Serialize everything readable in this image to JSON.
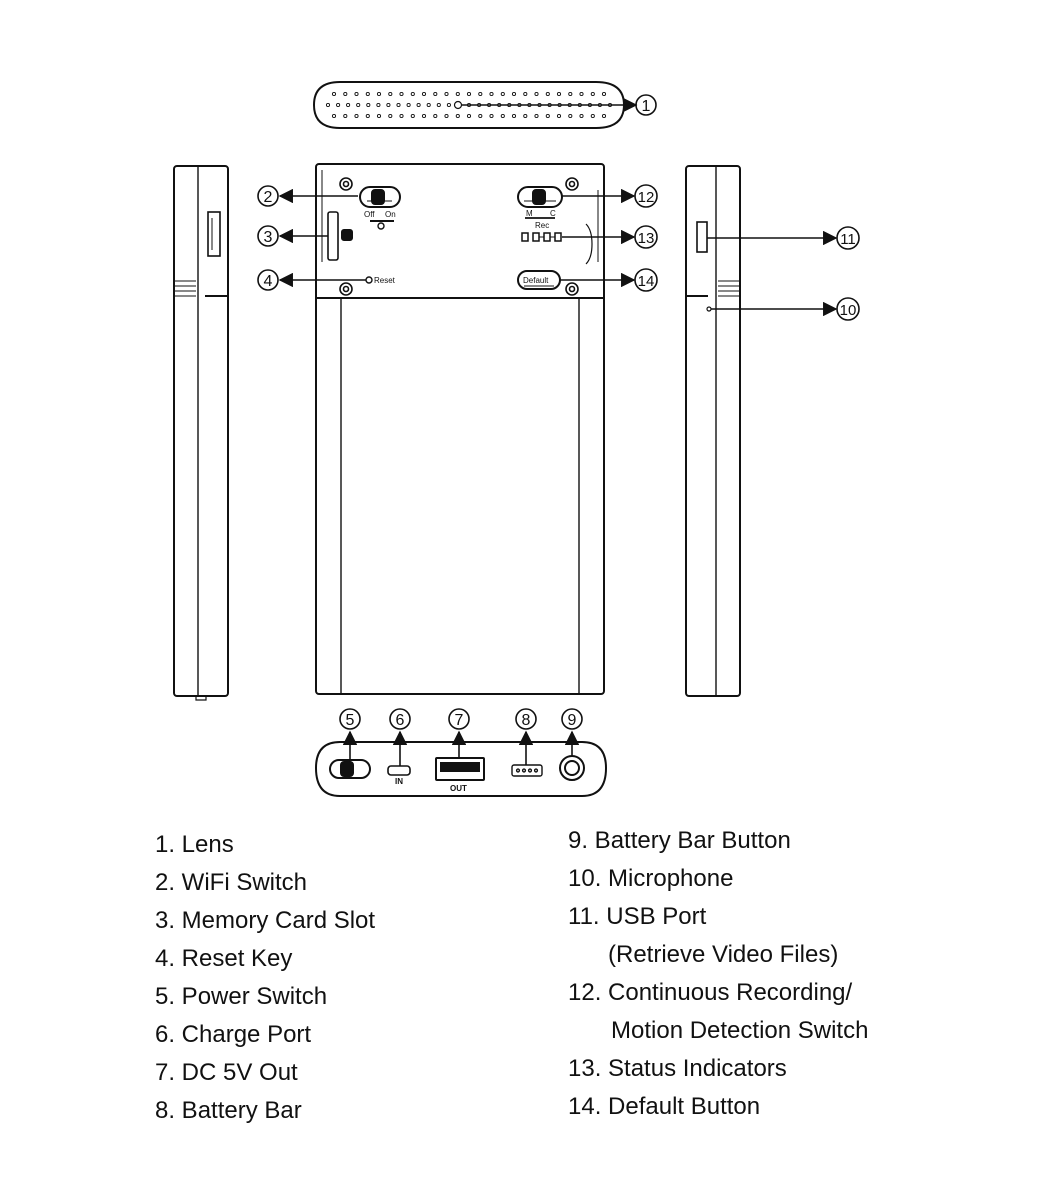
{
  "diagram": {
    "callouts": [
      "1",
      "2",
      "3",
      "4",
      "5",
      "6",
      "7",
      "8",
      "9",
      "10",
      "11",
      "12",
      "13",
      "14"
    ],
    "device_labels": {
      "wifi_off": "Off",
      "wifi_on": "On",
      "mode_m": "M",
      "mode_c": "C",
      "rec": "Rec",
      "reset": "Reset",
      "default": "Default",
      "port_in": "IN",
      "port_out": "OUT"
    }
  },
  "legend": {
    "left": [
      "1. Lens",
      "2. WiFi Switch",
      "3. Memory Card Slot",
      "4. Reset Key",
      "5. Power Switch",
      "6. Charge Port",
      "7. DC 5V Out",
      "8. Battery Bar"
    ],
    "right": [
      "9. Battery Bar Button",
      "10. Microphone",
      "11. USB Port",
      "(Retrieve Video Files)",
      "12. Continuous Recording/",
      "Motion Detection Switch",
      "13. Status Indicators",
      "14. Default Button"
    ]
  }
}
